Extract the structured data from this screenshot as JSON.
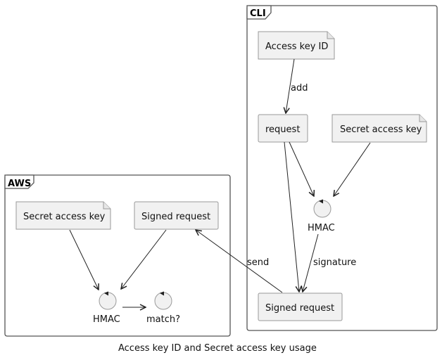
{
  "caption": "Access key ID and Secret access key usage",
  "packages": {
    "cli": {
      "title": "CLI",
      "nodes": {
        "access_key_id": "Access key ID",
        "request": "request",
        "secret_access_key": "Secret access key",
        "hmac": "HMAC",
        "signed_request": "Signed request"
      }
    },
    "aws": {
      "title": "AWS",
      "nodes": {
        "secret_access_key": "Secret access key",
        "signed_request": "Signed request",
        "hmac": "HMAC",
        "match": "match?"
      }
    }
  },
  "edges": {
    "add": "add",
    "signature": "signature",
    "send": "send"
  }
}
